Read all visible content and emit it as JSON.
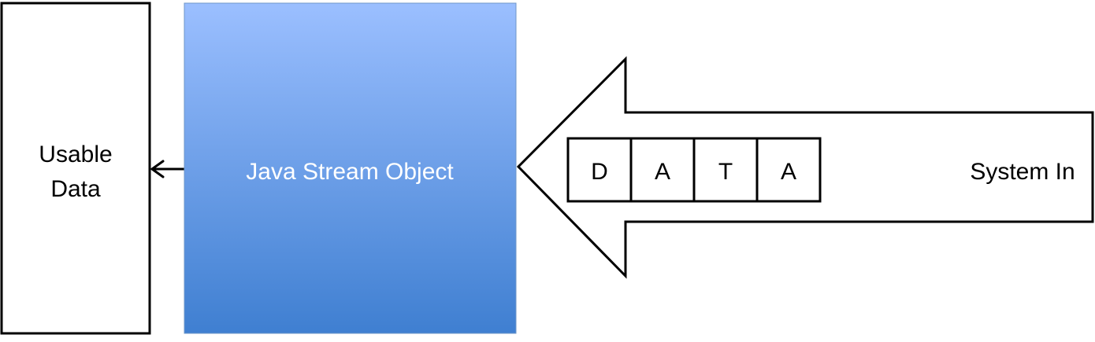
{
  "usable_data": {
    "line1": "Usable",
    "line2": "Data"
  },
  "stream_object": {
    "label": "Java Stream Object"
  },
  "input_arrow": {
    "label": "System In"
  },
  "data_cells": [
    "D",
    "A",
    "T",
    "A"
  ],
  "colors": {
    "stream_top": "#9bbfff",
    "stream_bottom": "#3f7fd1",
    "stream_border": "#6f97c8",
    "stroke": "#000000",
    "text": "#000000",
    "stream_text": "#ffffff"
  }
}
